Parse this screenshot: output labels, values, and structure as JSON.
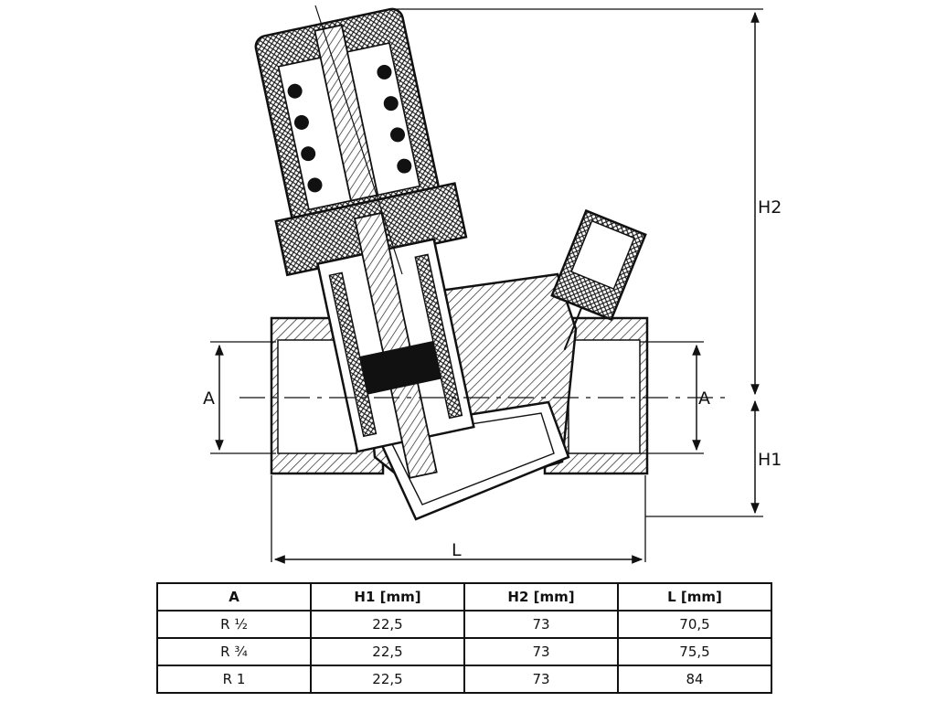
{
  "dimensions": {
    "h2": "H2",
    "h1": "H1",
    "l": "L",
    "a_left": "A",
    "a_right": "A"
  },
  "table": {
    "headers": [
      "A",
      "H1 [mm]",
      "H2 [mm]",
      "L [mm]"
    ],
    "rows": [
      [
        "R ½",
        "22,5",
        "73",
        "70,5"
      ],
      [
        "R ¾",
        "22,5",
        "73",
        "75,5"
      ],
      [
        "R 1",
        "22,5",
        "73",
        "84"
      ]
    ]
  }
}
